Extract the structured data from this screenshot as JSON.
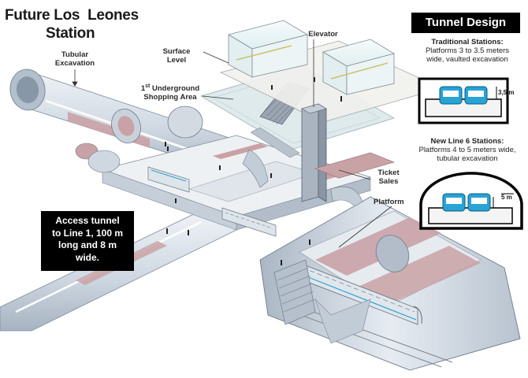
{
  "title": {
    "line1": "Future Los  Leones",
    "line2": "Station"
  },
  "callouts": {
    "tubular": [
      "Tubular",
      "Excavation"
    ],
    "surface": [
      "Surface",
      "Level"
    ],
    "elevator": "Elevator",
    "shopping_main": "Underground",
    "shopping_prefix": "1",
    "shopping_sup": "st",
    "shopping_line2": "Shopping Area",
    "ticket": [
      "Ticket",
      "Sales"
    ],
    "platform": "Platform"
  },
  "tunnel_design": {
    "header": "Tunnel Design",
    "traditional": {
      "heading": "Traditional Stations:",
      "lines": [
        "Platforms 3 to 3.5 meters",
        "wide, vaulted excavation"
      ],
      "dimension": "3,5 m"
    },
    "line6": {
      "heading": "New Line 6 Stations:",
      "lines": [
        "Platforms 4 to 5 meters wide,",
        "tubular excavation"
      ],
      "dimension": "5 m"
    }
  },
  "access_tunnel": {
    "lines": [
      "Access tunnel",
      "to Line 1, 100 m",
      "long and 8 m",
      "wide."
    ]
  },
  "colors": {
    "tunnel": "#d6dde6",
    "tunnel_dark": "#8e9aa8",
    "floor_pink": "#c9a2a6",
    "glass": "#e7f2f4",
    "train_blue": "#27a3d6",
    "plate": "#f1f1ee"
  }
}
